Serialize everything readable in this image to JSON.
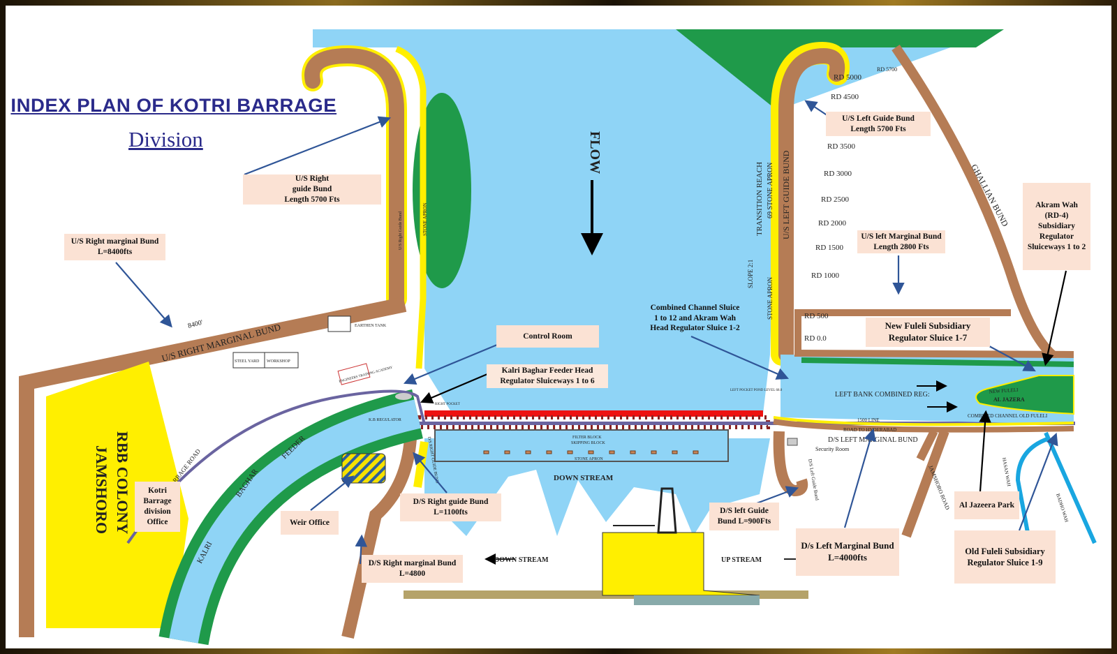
{
  "title": "INDEX PLAN OF KOTRI BARRAGE",
  "subtitle": "Division",
  "callouts": {
    "us_right_guide": "U/S Right\nguide Bund\nLength 5700 Fts",
    "us_right_marginal": "U/S Right marginal Bund\nL=8400fts",
    "control_room": "Control Room",
    "kalri_baghar": "Kalri Baghar Feeder Head\nRegulator Sluiceways 1 to 6",
    "combined_channel": "Combined Channel Sluice\n1 to 12 and Akram Wah\nHead Regulator Sluice 1-2",
    "us_left_guide": "U/S Left Guide Bund\nLength 5700 Fts",
    "us_left_marginal": "U/S left Marginal Bund\nLength 2800 Fts",
    "new_fuleli": "New Fuleli Subsidiary\nRegulator Sluice 1-7",
    "akram_wah": "Akram Wah\n(RD-4)\nSubsidiary\nRegulator\nSluiceways 1 to 2",
    "al_jazeera_park": "Al Jazeera Park",
    "old_fuleli": "Old Fuleli Subsidiary\nRegulator Sluice 1-9",
    "ds_left_marginal": "D/s Left  Marginal Bund\nL=4000fts",
    "ds_left_guide": "D/S left Guide\nBund L=900Fts",
    "ds_right_guide": "D/S Right guide Bund\nL=1100fts",
    "weir_office": "Weir Office",
    "ds_right_marginal": "D/S Right marginal Bund\nL=4800",
    "division_office": "Kotri\nBarrage\ndivision\nOffice"
  },
  "map_labels": {
    "flow": "FLOW",
    "down_stream": "DOWN STREAM",
    "section_down_stream": "DOWN STREAM",
    "section_up_stream": "UP STREAM",
    "rbb_colony": "RBB COLONY",
    "jamshoro": "JAMSHORO",
    "feeder_kalri": "KALRI",
    "feeder_baghar": "BAGHAR",
    "feeder_feeder": "FEEDER",
    "barrage_road": "BARRAGE ROAD",
    "us_right_marginal_bund": "U/S RIGHT MARGINAL BUND",
    "len_8400": "8400'",
    "steel_yard": "STEEL YARD",
    "workshop": "WORKSHOP",
    "earthen_tank": "EARTHEN TANK",
    "training_academy": "ENGINEERS TRAINING ACADEMY",
    "kb_regulator": "K.B REGULATOR",
    "stone_apron_right": "STONE APRON",
    "us_right_guide_bund": "U/S Right Guide Bund",
    "transition_reach": "TRANSITION REACH",
    "stone_apron_69": "69 STONE APRON",
    "us_left_guide_bund": "U/S LEFT GUIDE BUND",
    "slope": "SLOPE 2:1",
    "stone_apron_left": "STONE APRON",
    "ghallian_bund": "GHALLIAN BUND",
    "left_bank_reg": "LEFT BANK\nCOMBINED REG:",
    "new_fuleli": "NEW FULELI",
    "al_jazera": "AL JAZERA",
    "combined_old_fuleli": "COMBINED CHANNEL OLD FULELI",
    "line_1500": "1500 LINE",
    "road_hyderabad": "ROAD TO HYDERABAD",
    "ds_left_marginal_bund": "D/S LEFT MARGINAL BUND",
    "security_room": "Security Room",
    "jamshoro_road": "JAMSHORO ROAD",
    "hasan_wah": "HASAN WAH",
    "badho_wah": "BADHO WAH",
    "filter_block": "FILTER BLOCK",
    "skipping_block": "SKIPPING BLOCK",
    "stone_apron_ds": "STONE APRON",
    "left_pocket": "LEFT POCKET POND LEVEL 68.0",
    "right_pocket": "RIGHT POCKET",
    "ds_left_guide_bund": "D/S Left Guide Bund",
    "ds_right_guide_bund": "D/S RIGHT GUIDE BUND"
  },
  "rd_marks": [
    "RD 5700",
    "RD 5000",
    "RD 4500",
    "RD 3500",
    "RD 3000",
    "RD 2500",
    "RD 2000",
    "RD 1500",
    "RD 1000",
    "RD 500",
    "RD 0.0"
  ],
  "colors": {
    "water": "#8fd4f6",
    "bund": "#b57c55",
    "apron": "#ffef00",
    "grass": "#1f9a4a",
    "road": "#6a64a0",
    "gate": "#ee1111",
    "callout": "#fbe2d4"
  }
}
